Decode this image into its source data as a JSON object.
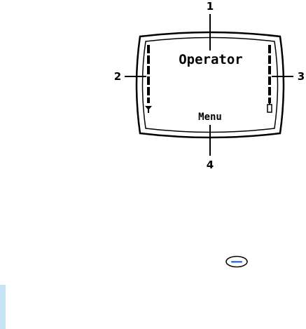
{
  "display": {
    "operator_label": "Operator",
    "softkey_label": "Menu"
  },
  "callouts": [
    {
      "id": "1",
      "label": "1"
    },
    {
      "id": "2",
      "label": "2"
    },
    {
      "id": "3",
      "label": "3"
    },
    {
      "id": "4",
      "label": "4"
    }
  ],
  "icons": {
    "signal": "antenna-icon",
    "battery": "battery-icon",
    "menu_key": "menu-key-icon"
  },
  "colors": {
    "line": "#000000",
    "menu_key_accent": "#3a6fd8",
    "edge_accent": "#c7e4f6"
  }
}
